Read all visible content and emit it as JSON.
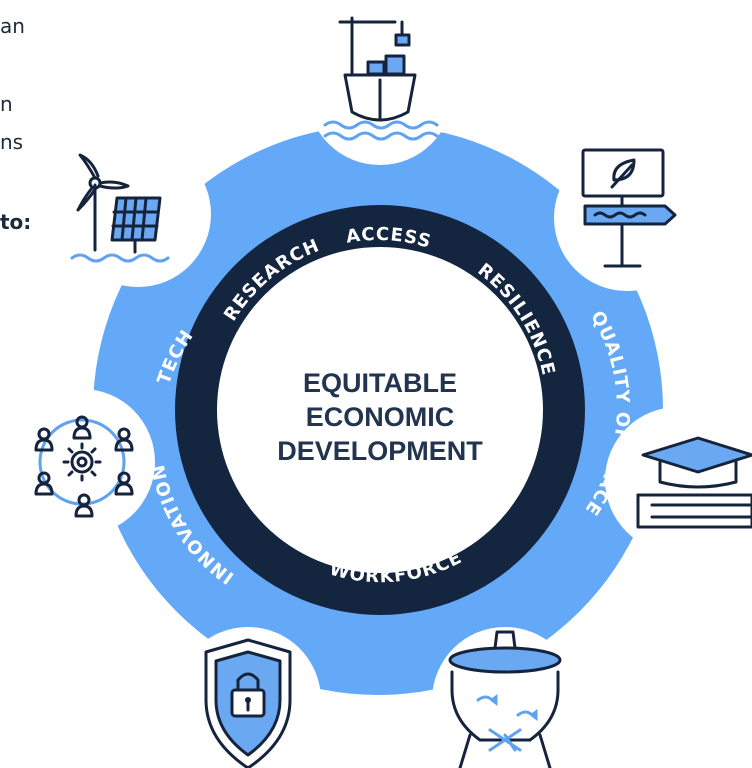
{
  "side_text": {
    "line1": "an",
    "line2": "n",
    "line3": "ns",
    "line4": "to:"
  },
  "diagram": {
    "center_lines": [
      "EQUITABLE",
      "ECONOMIC",
      "DEVELOPMENT"
    ],
    "ring_words": {
      "access": "ACCESS",
      "resilience": "RESILIENCE",
      "quality_of_place": "QUALITY OF PLACE",
      "workforce": "WORKFORCE",
      "innovation": "INNOVATION",
      "tech": "TECH",
      "research": "RESEARCH"
    },
    "icons": [
      "cargo-ship-icon",
      "sign-leaf-icon",
      "education-icon",
      "aquaculture-icon",
      "security-lock-icon",
      "community-network-icon",
      "renewable-energy-icon"
    ],
    "colors": {
      "outer_ring": "#64a9f7",
      "dark_ring": "#14253f",
      "center_text": "#22344f",
      "icon_stroke": "#15243c",
      "icon_accent": "#5ea2f0"
    }
  }
}
